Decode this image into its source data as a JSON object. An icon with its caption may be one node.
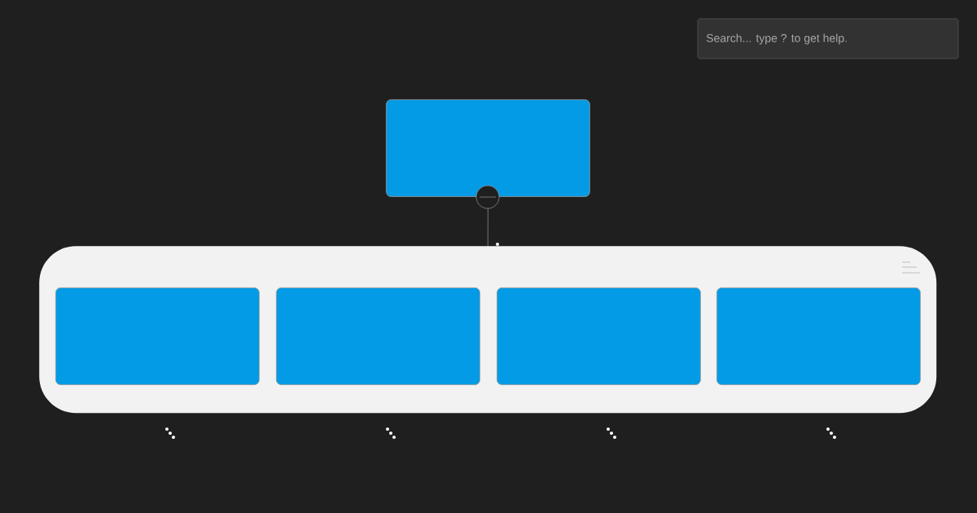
{
  "diagram": {
    "nodes": [
      {
        "text": [],
        "shape": "box"
      },
      {
        "text": [],
        "shape": "band"
      },
      {
        "text": [],
        "shape": "box",
        "in": 1
      },
      {
        "text": [],
        "shape": "box",
        "in": 1
      },
      {
        "text": [],
        "shape": "box",
        "in": 1
      },
      {
        "text": [],
        "shape": "box",
        "in": 1
      }
    ],
    "edges": [
      {
        "from": 0,
        "to": 1,
        "arrow": "none"
      }
    ],
    "labels": [
      "Search... type ? to get help."
    ]
  }
}
